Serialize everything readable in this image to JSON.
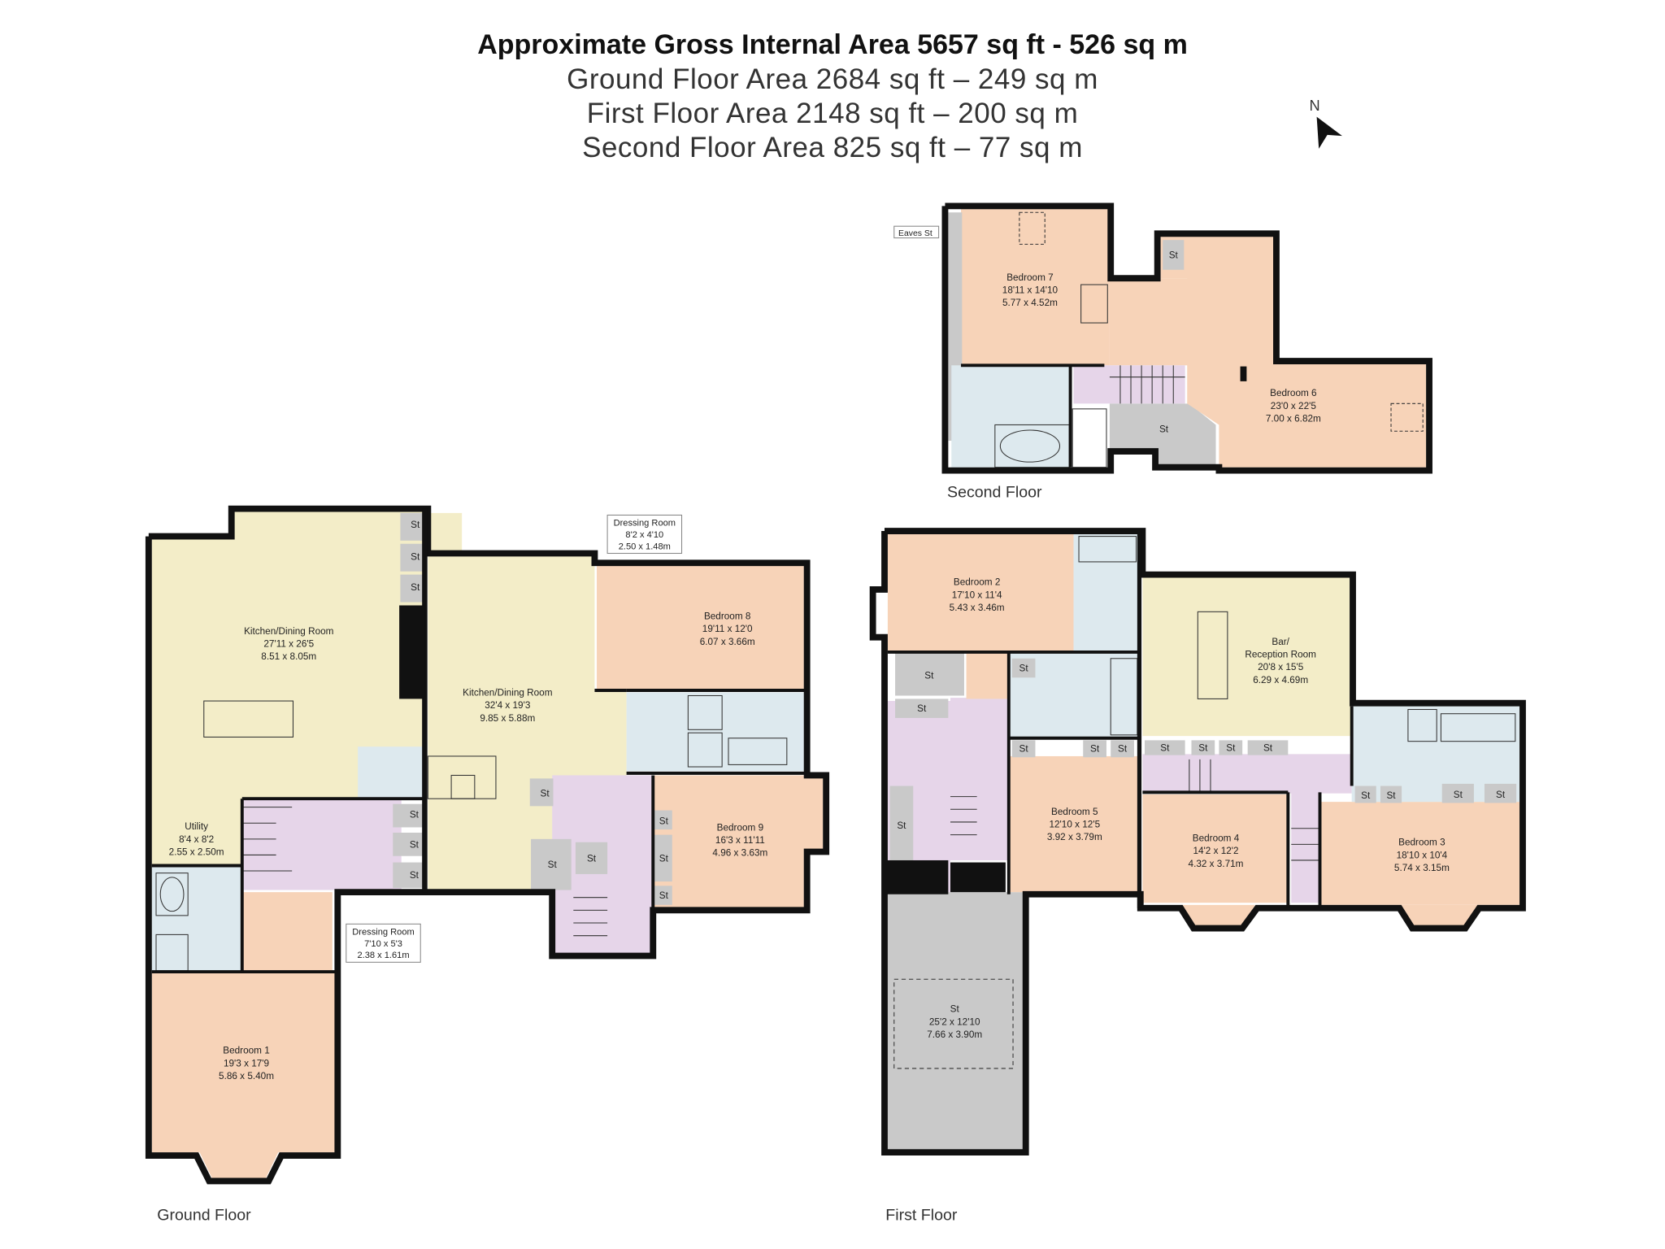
{
  "header": {
    "gross_area": "Approximate Gross Internal Area 5657 sq ft - 526 sq m",
    "ground_area": "Ground Floor Area 2684 sq ft – 249 sq m",
    "first_area": "First Floor Area 2148 sq ft – 200 sq m",
    "second_area": "Second Floor Area 825 sq ft – 77 sq m"
  },
  "north_label": "N",
  "storage_label": "St",
  "eaves_label": "Eaves St",
  "second_floor": {
    "label": "Second Floor",
    "rooms": [
      {
        "name": "Bedroom 7",
        "imperial": "18'11 x 14'10",
        "metric": "5.77 x 4.52m"
      },
      {
        "name": "Bedroom 6",
        "imperial": "23'0 x 22'5",
        "metric": "7.00 x 6.82m"
      }
    ]
  },
  "ground_floor": {
    "label": "Ground Floor",
    "rooms": [
      {
        "name": "Kitchen/Dining Room",
        "imperial": "27'11 x 26'5",
        "metric": "8.51 x 8.05m"
      },
      {
        "name": "Kitchen/Dining Room",
        "imperial": "32'4 x 19'3",
        "metric": "9.85 x 5.88m"
      },
      {
        "name": "Dressing Room",
        "imperial": "8'2 x 4'10",
        "metric": "2.50 x 1.48m"
      },
      {
        "name": "Bedroom 8",
        "imperial": "19'11 x 12'0",
        "metric": "6.07 x 3.66m"
      },
      {
        "name": "Bedroom 9",
        "imperial": "16'3 x 11'11",
        "metric": "4.96 x 3.63m"
      },
      {
        "name": "Utility",
        "imperial": "8'4 x 8'2",
        "metric": "2.55 x 2.50m"
      },
      {
        "name": "Dressing Room",
        "imperial": "7'10 x 5'3",
        "metric": "2.38 x 1.61m"
      },
      {
        "name": "Bedroom 1",
        "imperial": "19'3 x 17'9",
        "metric": "5.86 x 5.40m"
      }
    ]
  },
  "first_floor": {
    "label": "First Floor",
    "rooms": [
      {
        "name": "Bedroom 2",
        "imperial": "17'10 x 11'4",
        "metric": "5.43 x 3.46m"
      },
      {
        "name_line1": "Bar/",
        "name": "Reception Room",
        "imperial": "20'8 x 15'5",
        "metric": "6.29 x 4.69m"
      },
      {
        "name": "Bedroom 5",
        "imperial": "12'10 x 12'5",
        "metric": "3.92 x 3.79m"
      },
      {
        "name": "Bedroom 4",
        "imperial": "14'2 x 12'2",
        "metric": "4.32 x 3.71m"
      },
      {
        "name": "Bedroom 3",
        "imperial": "18'10 x 10'4",
        "metric": "5.74 x 3.15m"
      },
      {
        "name": "St",
        "imperial": "25'2 x 12'10",
        "metric": "7.66 x 3.90m"
      }
    ]
  }
}
